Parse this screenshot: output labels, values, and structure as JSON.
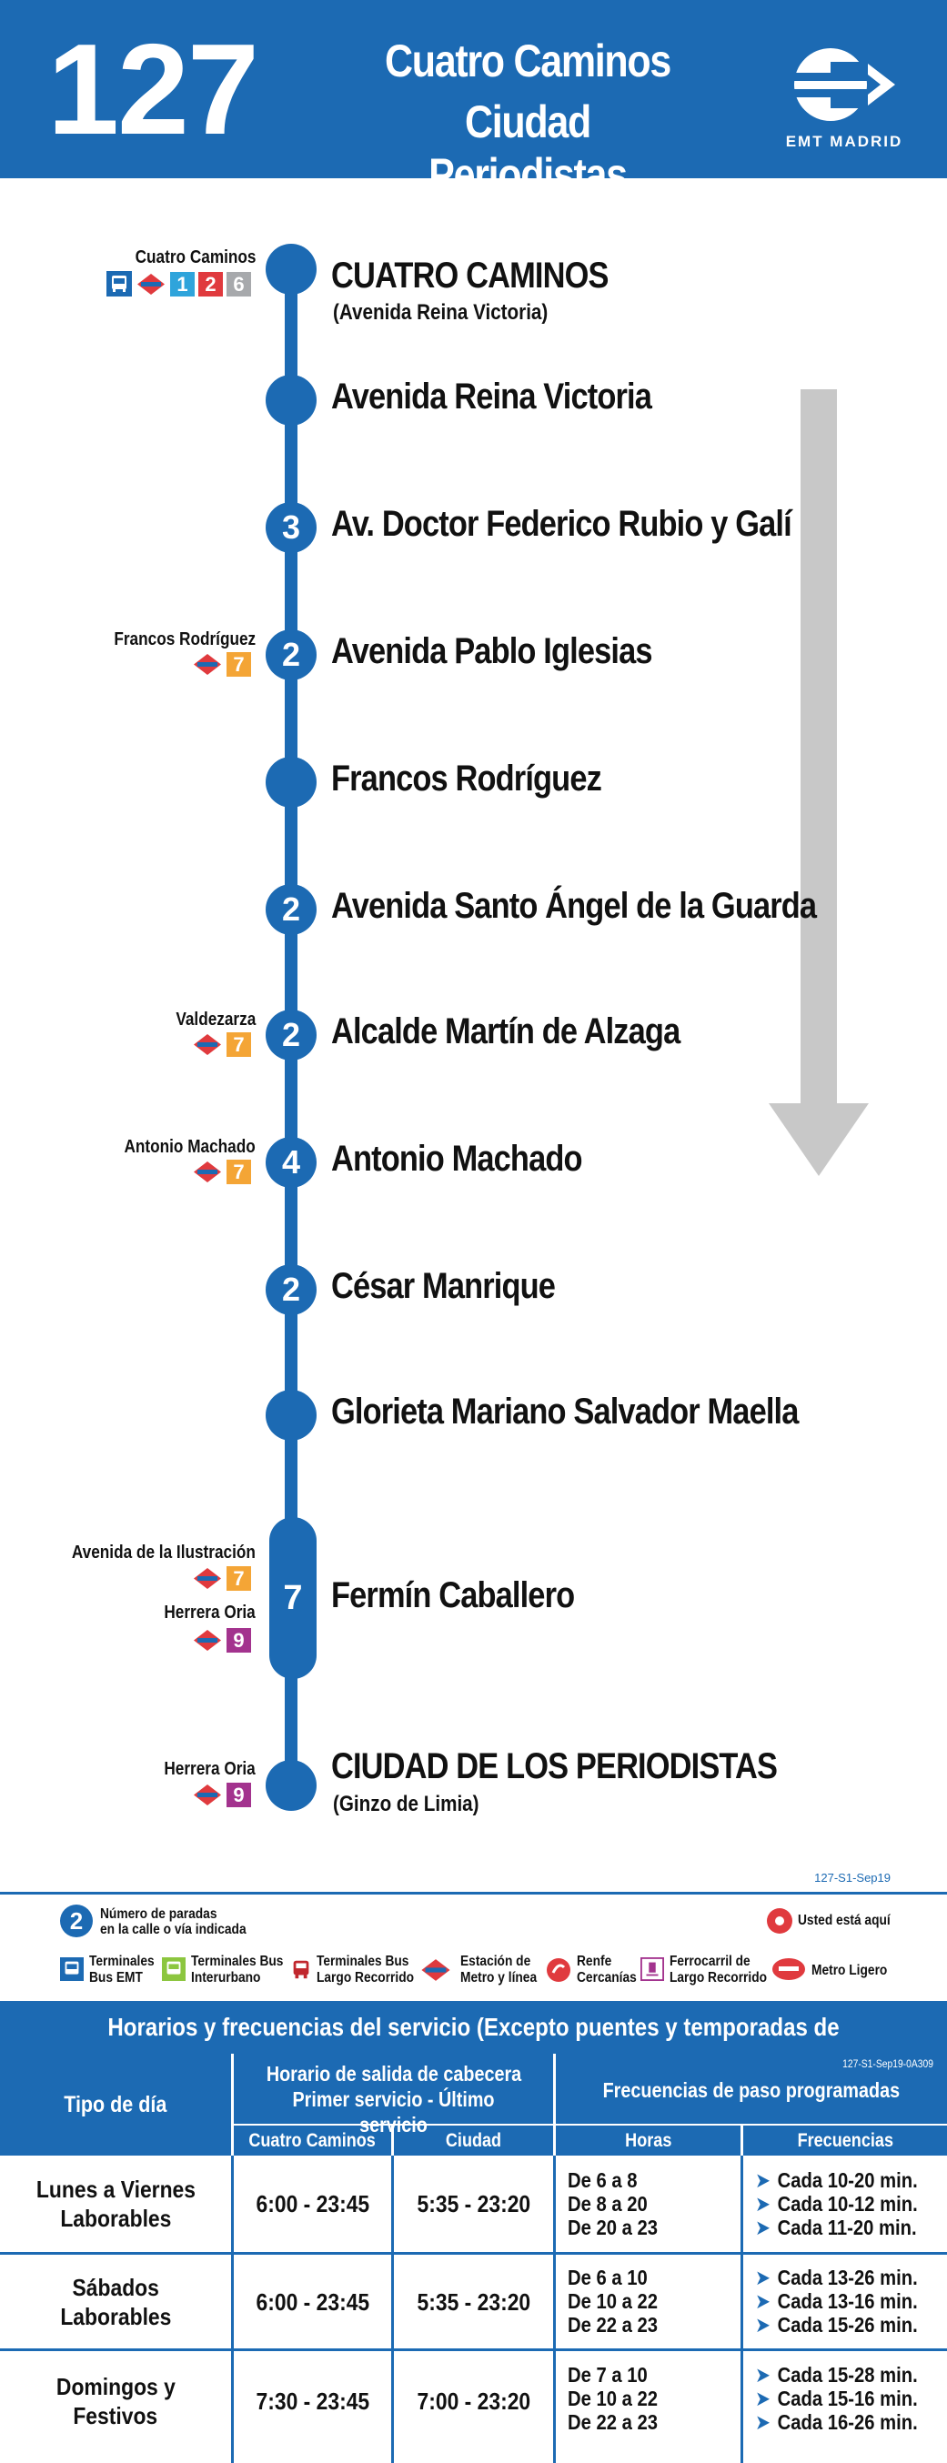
{
  "header": {
    "line_number": "127",
    "destination_1": "Cuatro Caminos",
    "destination_2": "Ciudad Periodistas",
    "logo_text": "EMT MADRID"
  },
  "stops": [
    {
      "name": "CUATRO CAMINOS",
      "sub": "(Avenida Reina Victoria)",
      "count": ""
    },
    {
      "name": "Avenida Reina Victoria",
      "count": ""
    },
    {
      "name": "Av. Doctor Federico Rubio y Galí",
      "count": "3"
    },
    {
      "name": "Avenida Pablo Iglesias",
      "count": "2"
    },
    {
      "name": "Francos Rodríguez",
      "count": ""
    },
    {
      "name": "Avenida Santo Ángel de la Guarda",
      "count": "2"
    },
    {
      "name": "Alcalde Martín de Alzaga",
      "count": "2"
    },
    {
      "name": "Antonio Machado",
      "count": "4"
    },
    {
      "name": "César Manrique",
      "count": "2"
    },
    {
      "name": "Glorieta Mariano Salvador Maella",
      "count": ""
    },
    {
      "name": "Fermín Caballero",
      "count": "7"
    },
    {
      "name": "CIUDAD DE LOS PERIODISTAS",
      "sub": "(Ginzo de Limia)",
      "count": ""
    }
  ],
  "connections": {
    "cuatro_caminos": {
      "label": "Cuatro Caminos",
      "lines": [
        "1",
        "2",
        "6"
      ]
    },
    "francos_rodriguez": {
      "label": "Francos Rodríguez",
      "lines": [
        "7"
      ]
    },
    "valdezarza": {
      "label": "Valdezarza",
      "lines": [
        "7"
      ]
    },
    "antonio_machado": {
      "label": "Antonio Machado",
      "lines": [
        "7"
      ]
    },
    "avenida_ilustracion": {
      "label": "Avenida de la Ilustración",
      "lines": [
        "7"
      ]
    },
    "herrera_oria_1": {
      "label": "Herrera Oria",
      "lines": [
        "9"
      ]
    },
    "herrera_oria_2": {
      "label": "Herrera Oria",
      "lines": [
        "9"
      ]
    }
  },
  "metro_colors": {
    "1": "#2fa4db",
    "2": "#e03a3e",
    "6": "#a7a9ac",
    "7": "#f4a536",
    "9": "#a3338e"
  },
  "legend": {
    "code": "127-S1-Sep19",
    "stops_number": "2",
    "stops_text_1": "Número de paradas",
    "stops_text_2": "en la calle o vía indicada",
    "you_are_here": "Usted está aquí",
    "items": [
      {
        "line1": "Terminales",
        "line2": "Bus EMT"
      },
      {
        "line1": "Terminales Bus",
        "line2": "Interurbano"
      },
      {
        "line1": "Terminales Bus",
        "line2": "Largo Recorrido"
      },
      {
        "line1": "Estación de",
        "line2": "Metro y línea"
      },
      {
        "line1": "Renfe",
        "line2": "Cercanías"
      },
      {
        "line1": "Ferrocarril de",
        "line2": "Largo Recorrido"
      },
      {
        "line1": "Metro Ligero",
        "line2": ""
      }
    ]
  },
  "schedule": {
    "title": "Horarios y frecuencias del servicio (Excepto puentes y temporadas de Semana Santa y Verano)",
    "code": "127-S1-Sep19-0A309",
    "col_day": "Tipo de día",
    "col_departure_1": "Horario de salida de cabecera",
    "col_departure_2": "Primer servicio - Último servicio",
    "col_origin": "Cuatro Caminos",
    "col_dest": "Ciudad Periodistas",
    "col_freq": "Frecuencias de paso programadas",
    "col_hours": "Horas",
    "col_frequencies": "Frecuencias",
    "rows": [
      {
        "day_1": "Lunes a Viernes",
        "day_2": "Laborables",
        "origin": "6:00 - 23:45",
        "dest": "5:35 - 23:20",
        "hours": [
          "De 6 a 8",
          "De 8 a 20",
          "De 20 a 23"
        ],
        "freqs": [
          "Cada 10-20 min.",
          "Cada 10-12 min.",
          "Cada 11-20 min."
        ]
      },
      {
        "day_1": "Sábados",
        "day_2": "Laborables",
        "origin": "6:00 - 23:45",
        "dest": "5:35 - 23:20",
        "hours": [
          "De 6 a 10",
          "De 10 a 22",
          "De 22 a 23"
        ],
        "freqs": [
          "Cada 13-26 min.",
          "Cada 13-16 min.",
          "Cada 15-26 min."
        ]
      },
      {
        "day_1": "Domingos y",
        "day_2": "Festivos",
        "origin": "7:30 - 23:45",
        "dest": "7:00 - 23:20",
        "hours": [
          "De 7 a 10",
          "De 10 a 22",
          "De 22 a 23"
        ],
        "freqs": [
          "Cada 15-28 min.",
          "Cada 15-16 min.",
          "Cada 16-26 min."
        ]
      }
    ]
  }
}
